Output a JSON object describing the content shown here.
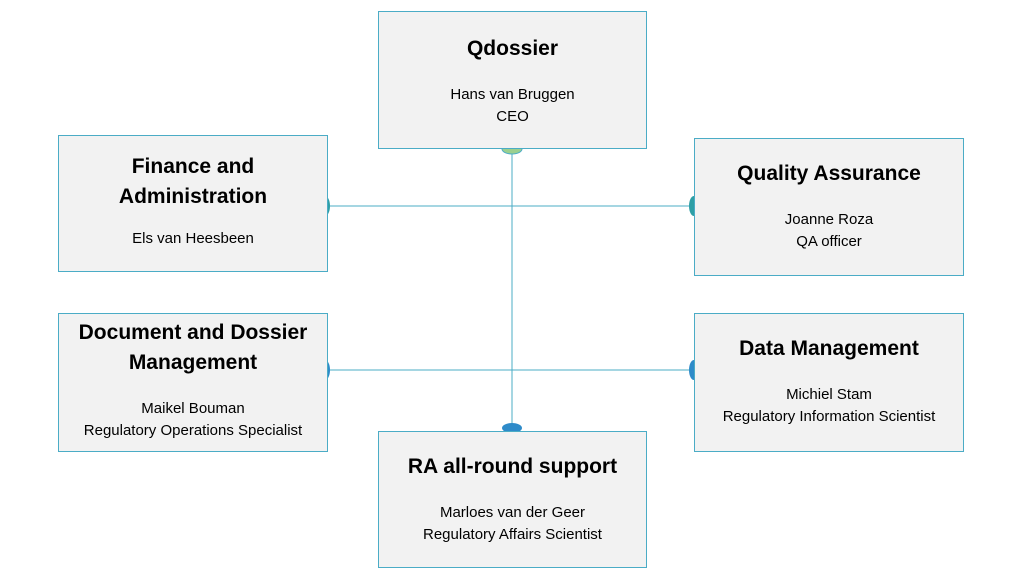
{
  "colors": {
    "box_fill": "#f2f2f2",
    "box_border": "#4bacc6",
    "connector_line": "#4bacc6",
    "dot_top": "#9bd08f",
    "dot_blue": "#2e8bc9",
    "dot_teal": "#2e9fa6"
  },
  "nodes": {
    "qdossier": {
      "title": "Qdossier",
      "person": "Hans van Bruggen",
      "role": "CEO"
    },
    "finance": {
      "title": "Finance and\nAdministration",
      "person": "Els van Heesbeen"
    },
    "quality": {
      "title": "Quality Assurance",
      "person": "Joanne Roza",
      "role": "QA officer"
    },
    "document": {
      "title": "Document and Dossier\nManagement",
      "person": "Maikel Bouman",
      "role": "Regulatory Operations Specialist"
    },
    "data": {
      "title": "Data Management",
      "person": "Michiel Stam",
      "role": "Regulatory Information Scientist"
    },
    "ra": {
      "title": "RA all-round support",
      "person": "Marloes van der Geer",
      "role": "Regulatory Affairs Scientist"
    }
  }
}
